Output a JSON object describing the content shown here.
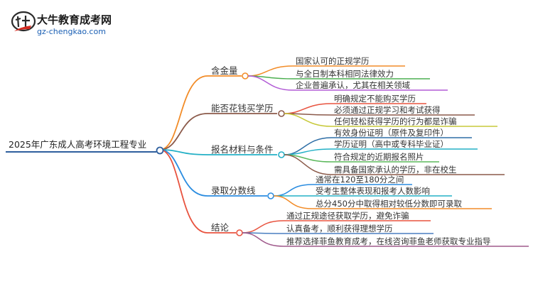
{
  "logo": {
    "title": "大牛教育成考网",
    "url": "gz-chengkao.com",
    "colors": {
      "red": "#d42a20",
      "dark": "#2a2a2a",
      "url": "#1a5fb4"
    }
  },
  "root": {
    "label": "2025年广东成人高考环境工程专业"
  },
  "branches": [
    {
      "label": "含金量",
      "color": "#f28c28",
      "children": [
        {
          "label": "国家认可的正规学历",
          "color": "#f28c28"
        },
        {
          "label": "与全日制本科相同法律效力",
          "color": "#4caf50"
        },
        {
          "label": "企业普遍承认，尤其在相关领域",
          "color": "#b25bd6"
        }
      ]
    },
    {
      "label": "能否花钱买学历",
      "color": "#8b5a4a",
      "children": [
        {
          "label": "明确规定不能购买学历",
          "color": "#e8533f"
        },
        {
          "label": "必须通过正规学习和考试获得",
          "color": "#8b5a4a"
        },
        {
          "label": "任何轻松获得学历的行为都是诈骗",
          "color": "#c7c93a"
        }
      ]
    },
    {
      "label": "报名材料与条件",
      "color": "#23b0c6",
      "children": [
        {
          "label": "有效身份证明（原件及复印件）",
          "color": "#2e6ea6"
        },
        {
          "label": "学历证明（高中或专科毕业证）",
          "color": "#23b0c6"
        },
        {
          "label": "符合规定的近期报名照片",
          "color": "#5cb85c"
        },
        {
          "label": "需具备国家承认的学历，非在校生",
          "color": "#8b5a4a"
        }
      ]
    },
    {
      "label": "录取分数线",
      "color": "#2a8ce0",
      "children": [
        {
          "label": "通常在120至180分之间",
          "color": "#2a8ce0"
        },
        {
          "label": "受考生整体表现和报考人数影响",
          "color": "#23b0c6"
        },
        {
          "label": "总分450分中取得相对较低分数即可录取",
          "color": "#f28c28"
        }
      ]
    },
    {
      "label": "结论",
      "color": "#e8533f",
      "children": [
        {
          "label": "通过正规途径获取学历，避免诈骗",
          "color": "#e8533f"
        },
        {
          "label": "认真备考，顺利获得理想学历",
          "color": "#4a7fc1"
        },
        {
          "label": "推荐选择菲鱼教育成考，在线咨询菲鱼老师获取专业指导",
          "color": "#a05a8c"
        }
      ]
    }
  ]
}
